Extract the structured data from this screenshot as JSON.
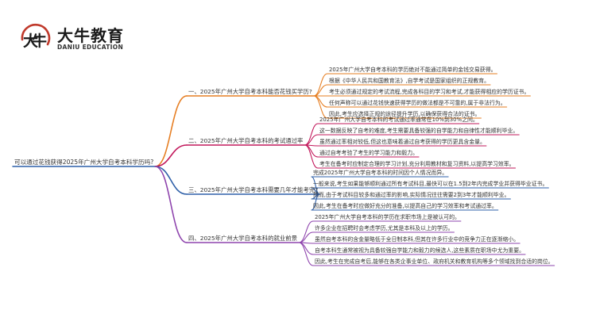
{
  "logo": {
    "name_cn": "大牛教育",
    "name_en": "DANIU EDUCATION",
    "glyph_text": "大牛",
    "colors": {
      "ring": "#c0392b",
      "mark": "#1a1a1a"
    }
  },
  "root": {
    "label": "可以通过花钱获得2025年广州大学自考本科学历吗?",
    "color": "#2c5ea8"
  },
  "branches": [
    {
      "label": "一、2025年广州大学自考本科能否花钱买学历?",
      "color": "#e67e22",
      "leaves": [
        "2025年广州大学自考本科的学历绝对不能通过简单的金钱交易获得。",
        "根据《中华人民共和国教育法》,自学考试是国家组织的正规教育。",
        "考生必须通过规定的考试流程,完成各科目的学习和考试,才能获得相应的学历证书。",
        "任何声称可以通过花钱快速获得学历的做法都是不可靠的,属于非法行为。",
        "因此,考生应选择正规的途径提升学历,以确保获得合法的证书。"
      ]
    },
    {
      "label": "二、2025年广州大学自考本科的考试通过率",
      "color": "#c2185b",
      "leaves": [
        "2025年广州大学自考本科的考试通过率通常在10%到30%之间。",
        "这一数据反映了自考的难度,考生需要具备较强的自学能力和自律性才能顺利毕业。",
        "虽然通过率相对较低,但这也意味着通过自考获得的学历更具含金量。",
        "通过自考考验了考生的学习能力和毅力。",
        "考生在备考时应制定合理的学习计划,充分利用教材和复习资料,以提高学习效率。"
      ]
    },
    {
      "label": "三、2025年广州大学自考本科需要几年才能考完?",
      "color": "#2e5fa8",
      "leaves": [
        "完成2025年广州大学自考本科的时间因个人情况而异。",
        "一般来说,考生如果能够顺利通过所有考试科目,最快可以在1.5到2年内完成学业并获得毕业证书。",
        "然而,由于考试科目较多和通过率的影响,实际情况往往需要2到3年才能顺利毕业。",
        "因此,考生在备考时应做好充分的准备,以提高自己的学习效率和考试通过率。"
      ]
    },
    {
      "label": "四、2025年广州大学自考本科的就业前景",
      "color": "#8e44ad",
      "leaves": [
        "2025年广州大学自考本科的学历在求职市场上是被认可的。",
        "许多企业在招聘时会考虑学历,尤其是本科及以上的学历。",
        "虽然自考本科的含金量略低于全日制本科,但其在许多行业中的竞争力正在逐渐缩小。",
        "自考本科生通常被视为具备较强自学能力和毅力的候选人,这些素质在职场中尤为重要。",
        "因此,考生在完成自考后,能够在各类企事业单位、政府机关和教育机构等多个领域找到合适的岗位。"
      ]
    }
  ]
}
